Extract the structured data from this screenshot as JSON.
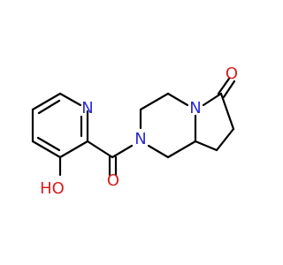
{
  "structure": {
    "atom_labels": {
      "pyridine_nitrogen": "N",
      "piperazine_nitrogen_right": "N",
      "amide_nitrogen": "N",
      "lactam_oxygen": "O",
      "carbonyl_oxygen": "O",
      "hydroxyl": "HO"
    },
    "colors": {
      "nitrogen": "#2b2bd6",
      "oxygen": "#d61f1f",
      "bond": "#000000",
      "background": "#ffffff"
    }
  }
}
